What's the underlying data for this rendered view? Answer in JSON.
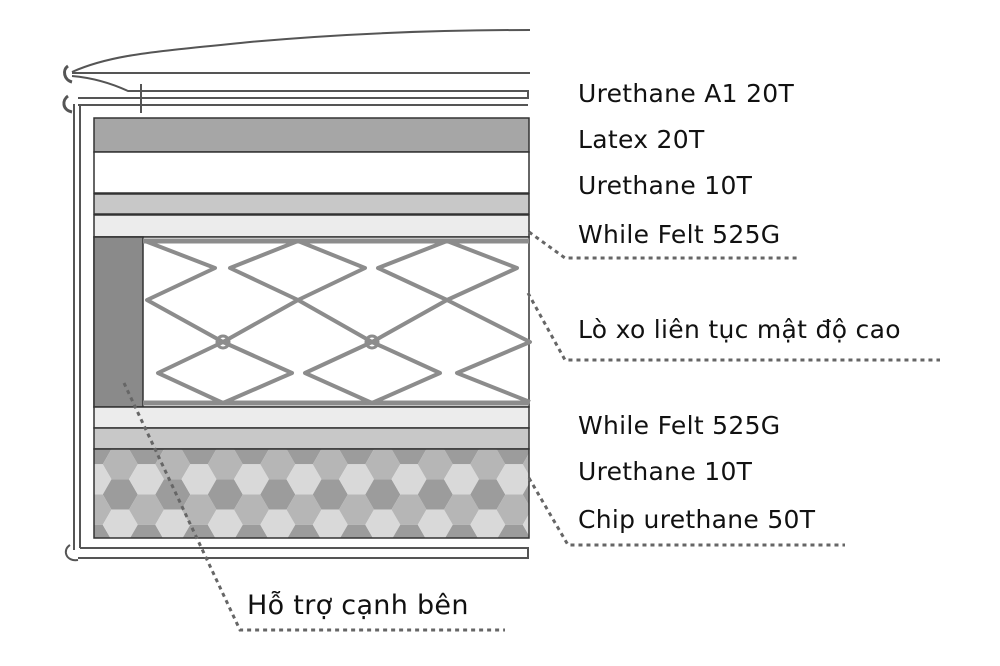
{
  "labels": {
    "urethane_a1": "Urethane A1 20T",
    "latex": "Latex 20T",
    "urethane_top": "Urethane 10T",
    "felt_top": "While Felt 525G",
    "springs": "Lò xo liên tục mật độ cao",
    "felt_bottom": "While Felt 525G",
    "urethane_bottom": "Urethane 10T",
    "chip_urethane": "Chip urethane 50T",
    "side_support": "Hỗ trợ cạnh bên"
  },
  "colors": {
    "outline": "#444444",
    "latex_layer": "#a6a6a6",
    "urethane_layer": "#c8c8c8",
    "felt_layer": "#ececec",
    "side_support": "#8a8a8a",
    "spring": "#8c8c8c",
    "hex_dark": "#9c9c9c",
    "hex_mid": "#b6b6b6",
    "hex_light": "#d9d9d9"
  }
}
